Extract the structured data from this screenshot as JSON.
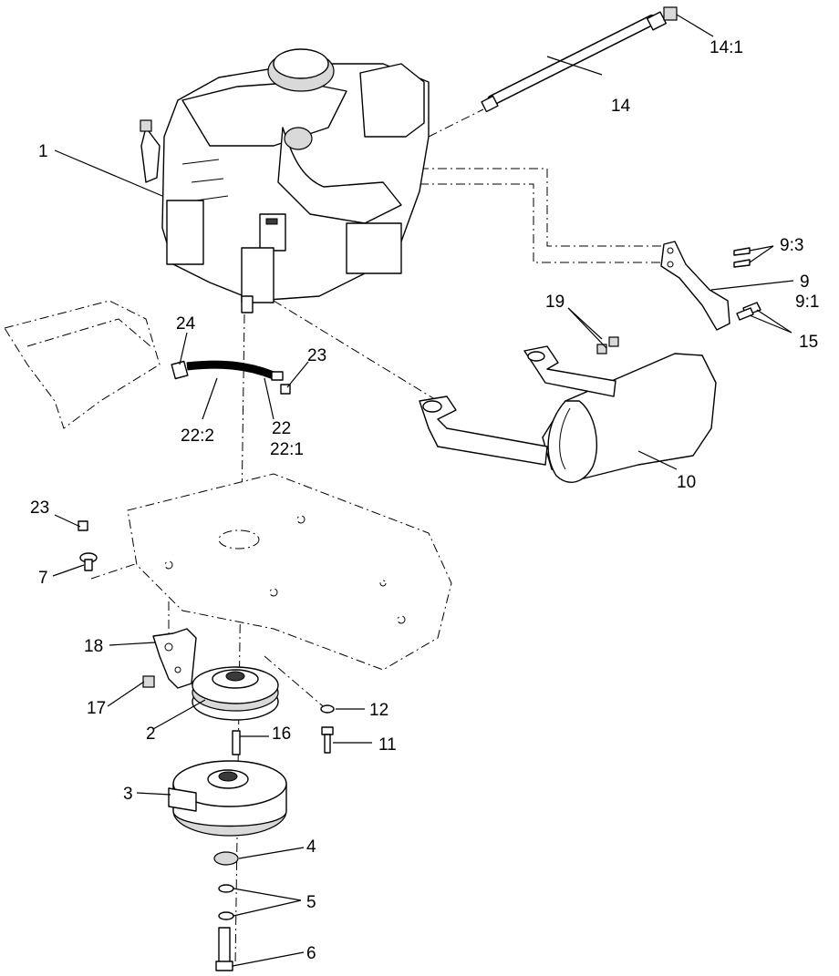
{
  "callouts": {
    "c1": "1",
    "c2": "2",
    "c3": "3",
    "c4": "4",
    "c5": "5",
    "c6": "6",
    "c7": "7",
    "c9": "9",
    "c9_1": "9:1",
    "c9_3": "9:3",
    "c10": "10",
    "c11": "11",
    "c12": "12",
    "c14": "14",
    "c14_1": "14:1",
    "c15": "15",
    "c16": "16",
    "c17": "17",
    "c18": "18",
    "c19": "19",
    "c22": "22",
    "c22_1": "22:1",
    "c22_2": "22:2",
    "c23_top": "23",
    "c23_left": "23",
    "c24": "24"
  }
}
